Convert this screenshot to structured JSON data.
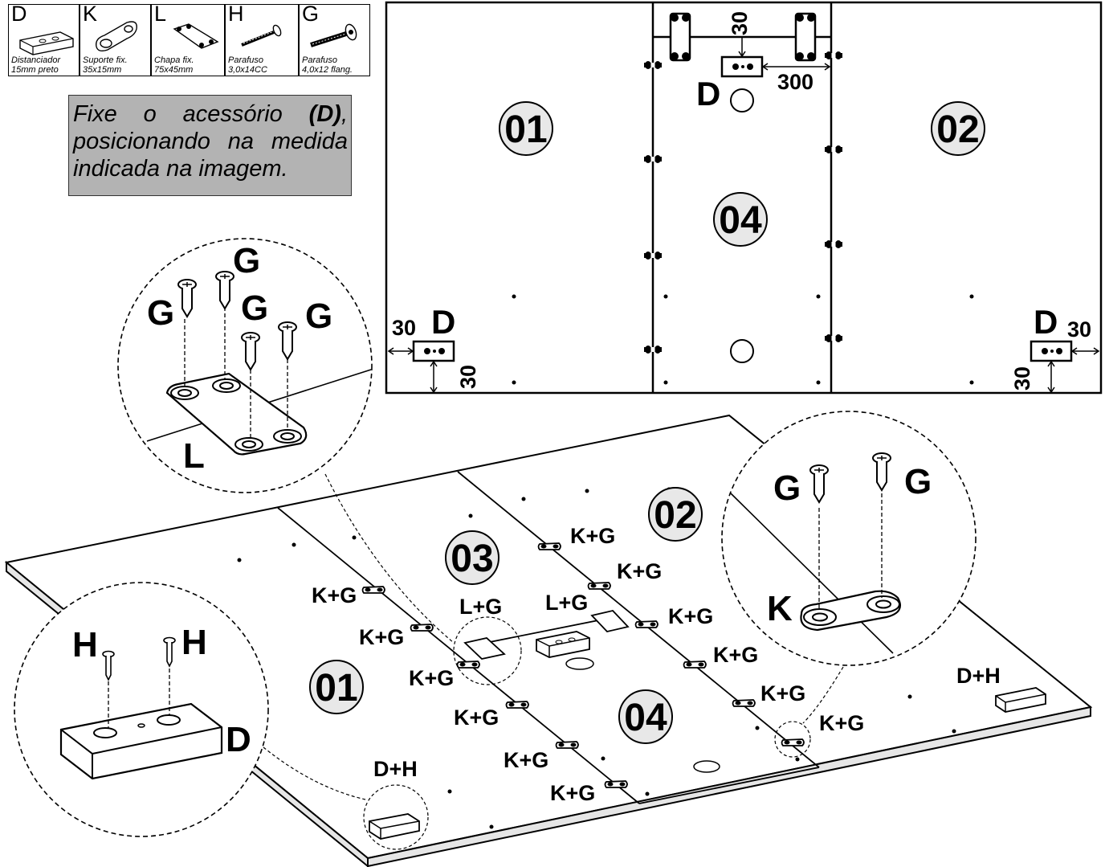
{
  "parts": [
    {
      "code": "D",
      "caption_line1": "Distanciador",
      "caption_line2": "15mm preto",
      "icon": "spacer-block-icon"
    },
    {
      "code": "K",
      "caption_line1": "Suporte fix.",
      "caption_line2": "35x15mm",
      "icon": "fixing-bracket-icon"
    },
    {
      "code": "L",
      "caption_line1": "Chapa fix.",
      "caption_line2": "75x45mm",
      "icon": "fixing-plate-icon"
    },
    {
      "code": "H",
      "caption_line1": "Parafuso",
      "caption_line2": "3,0x14CC",
      "icon": "screw-icon"
    },
    {
      "code": "G",
      "caption_line1": "Parafuso",
      "caption_line2": "4,0x12 flang.",
      "icon": "flange-screw-icon"
    }
  ],
  "instruction": {
    "pre": "Fixe o acessório ",
    "bold": "(D)",
    "post": ", posicionando na medida indicada na imagem."
  },
  "topview": {
    "panel_labels": [
      "01",
      "02",
      "04"
    ],
    "dims": {
      "top_offset": "30",
      "top_side": "300",
      "corner_side": "30",
      "corner_bottom": "30"
    },
    "accessory_label": "D"
  },
  "iso": {
    "panel_labels": [
      "01",
      "02",
      "03",
      "04"
    ],
    "callouts": {
      "kg": "K+G",
      "lg": "L+G",
      "dh": "D+H"
    }
  },
  "details": {
    "plate": {
      "screw": "G",
      "plate": "L"
    },
    "bracket": {
      "screw": "G",
      "bracket": "K"
    },
    "spacer": {
      "screw": "H",
      "block": "D"
    }
  }
}
